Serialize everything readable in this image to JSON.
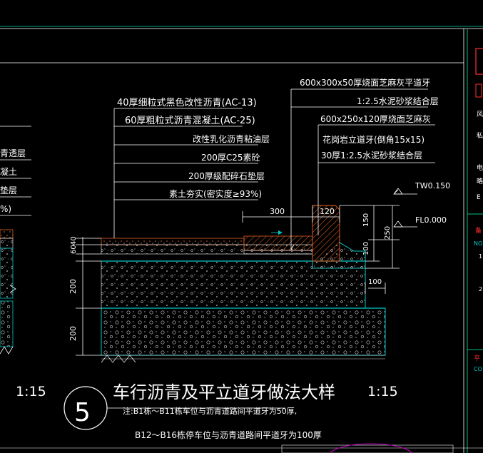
{
  "layers_left": [
    "40厚细粒式黑色改性沥青(AC-13)",
    "60厚粗粒式沥青混凝土(AC-25)",
    "改性乳化沥青粘油层",
    "200厚C25素砼",
    "200厚级配碎石垫层",
    "素土夯实(密实度≥93%)"
  ],
  "layers_right": [
    "600x300x50厚烧面芝麻灰平道牙",
    "1:2.5水泥砂浆结合层",
    "600x250x120厚烧面芝麻灰",
    "花岗岩立道牙(倒角15x15)",
    "30厚1:2.5水泥砂浆结合层"
  ],
  "left_partial": [
    "青透层",
    "凝土",
    "垫层",
    "%)"
  ],
  "dims": {
    "w300": "300",
    "w120": "120",
    "h150": "150",
    "h100": "100",
    "h250": "250",
    "w100": "100",
    "v60": "60",
    "v40": "40",
    "v200a": "200",
    "v200b": "200"
  },
  "levels": {
    "top": "TW0.150",
    "floor": "FL0.000"
  },
  "scale_left": "1:15",
  "scale_right": "1:15",
  "detail_number": "5",
  "title": "车行沥青及平立道牙做法大样",
  "note_line1": "注:B1栋～B11栋车位与沥青道路间平道牙为50厚,",
  "note_line2": "B12～B16栋停车位与沥青道路间平道牙为100厚",
  "side_panel": {
    "red_box": "",
    "partial_labels": [
      "风",
      "私",
      "电",
      "略",
      "E",
      "备",
      "NO",
      "1",
      "2",
      "平",
      "CO"
    ]
  },
  "colors": {
    "background": "#000000",
    "lines": "#ffffff",
    "cyan": "#00c8c8",
    "hatch_orange": "#e06020",
    "frame_green": "#00c080",
    "magenta": "#c000c0"
  }
}
